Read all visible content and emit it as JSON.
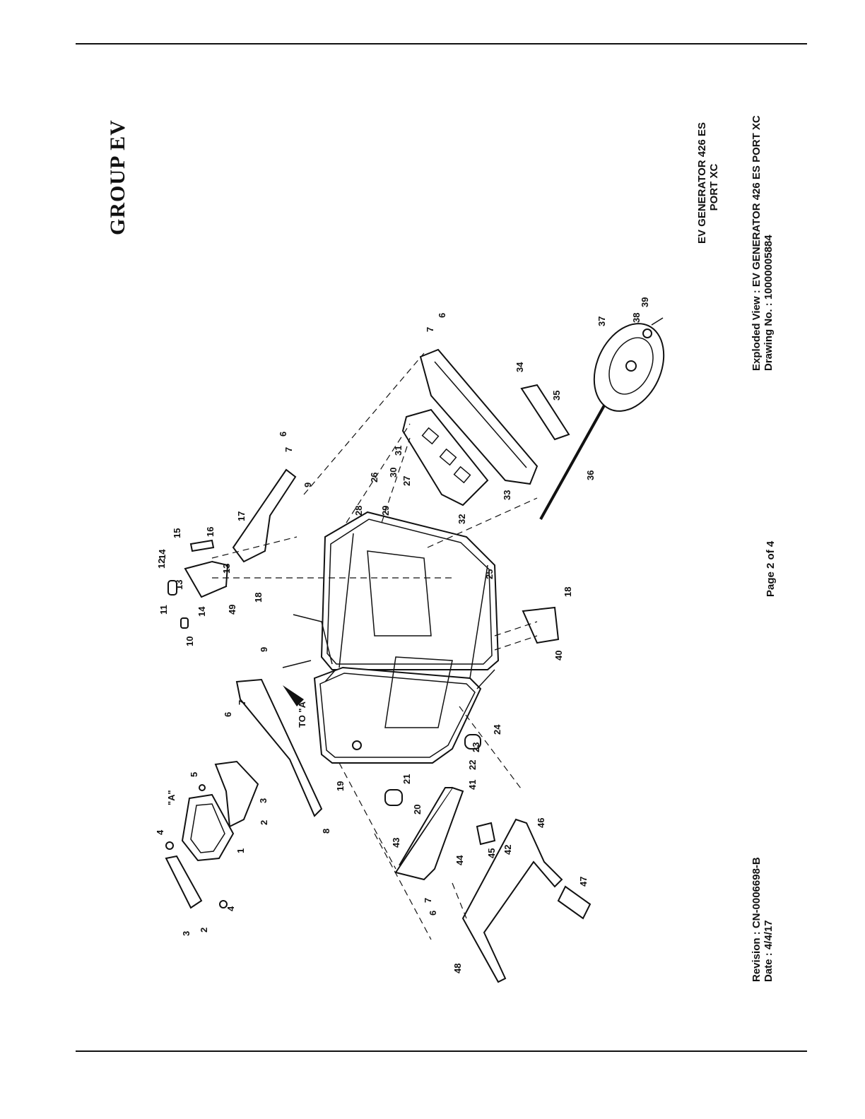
{
  "page": {
    "group_title": "GROUP EV",
    "model_title_line1": "EV GENERATOR 426 ES",
    "model_title_line2": "PORT XC",
    "exploded_view": "Exploded View : EV GENERATOR 426 ES PORT XC",
    "drawing_no": "Drawing No. : 10000005884",
    "page_label": "Page 2 of 4",
    "revision": "Revision : CN-0006698-B",
    "date": "Date : 4/4/17",
    "ref_a": "\"A\"",
    "to_a": "TO \"A\""
  },
  "callouts": [
    "1",
    "2",
    "2",
    "3",
    "3",
    "4",
    "4",
    "5",
    "6",
    "6",
    "6",
    "6",
    "7",
    "7",
    "7",
    "7",
    "8",
    "9",
    "9",
    "10",
    "11",
    "12",
    "13",
    "13",
    "14",
    "14",
    "15",
    "16",
    "17",
    "18",
    "18",
    "19",
    "20",
    "21",
    "22",
    "23",
    "24",
    "25",
    "26",
    "27",
    "28",
    "29",
    "30",
    "31",
    "32",
    "33",
    "34",
    "35",
    "36",
    "37",
    "38",
    "39",
    "40",
    "41",
    "42",
    "43",
    "44",
    "45",
    "46",
    "47",
    "48",
    "49"
  ]
}
